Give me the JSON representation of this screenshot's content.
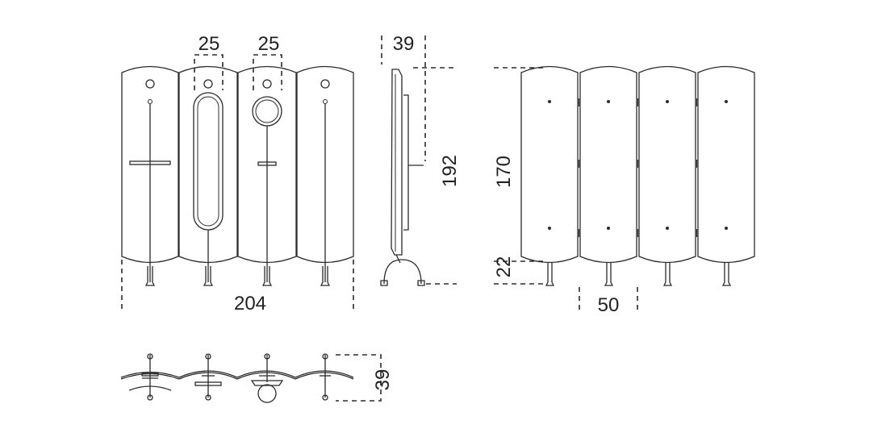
{
  "front_view": {
    "dim_panel_width_a": "25",
    "dim_panel_width_b": "25",
    "dim_total_width": "204"
  },
  "side_view": {
    "dim_depth": "39",
    "dim_total_height": "192"
  },
  "back_view": {
    "dim_panel_height": "170",
    "dim_leg_height": "22",
    "dim_panel_width": "50"
  },
  "top_view": {
    "dim_depth": "39"
  }
}
